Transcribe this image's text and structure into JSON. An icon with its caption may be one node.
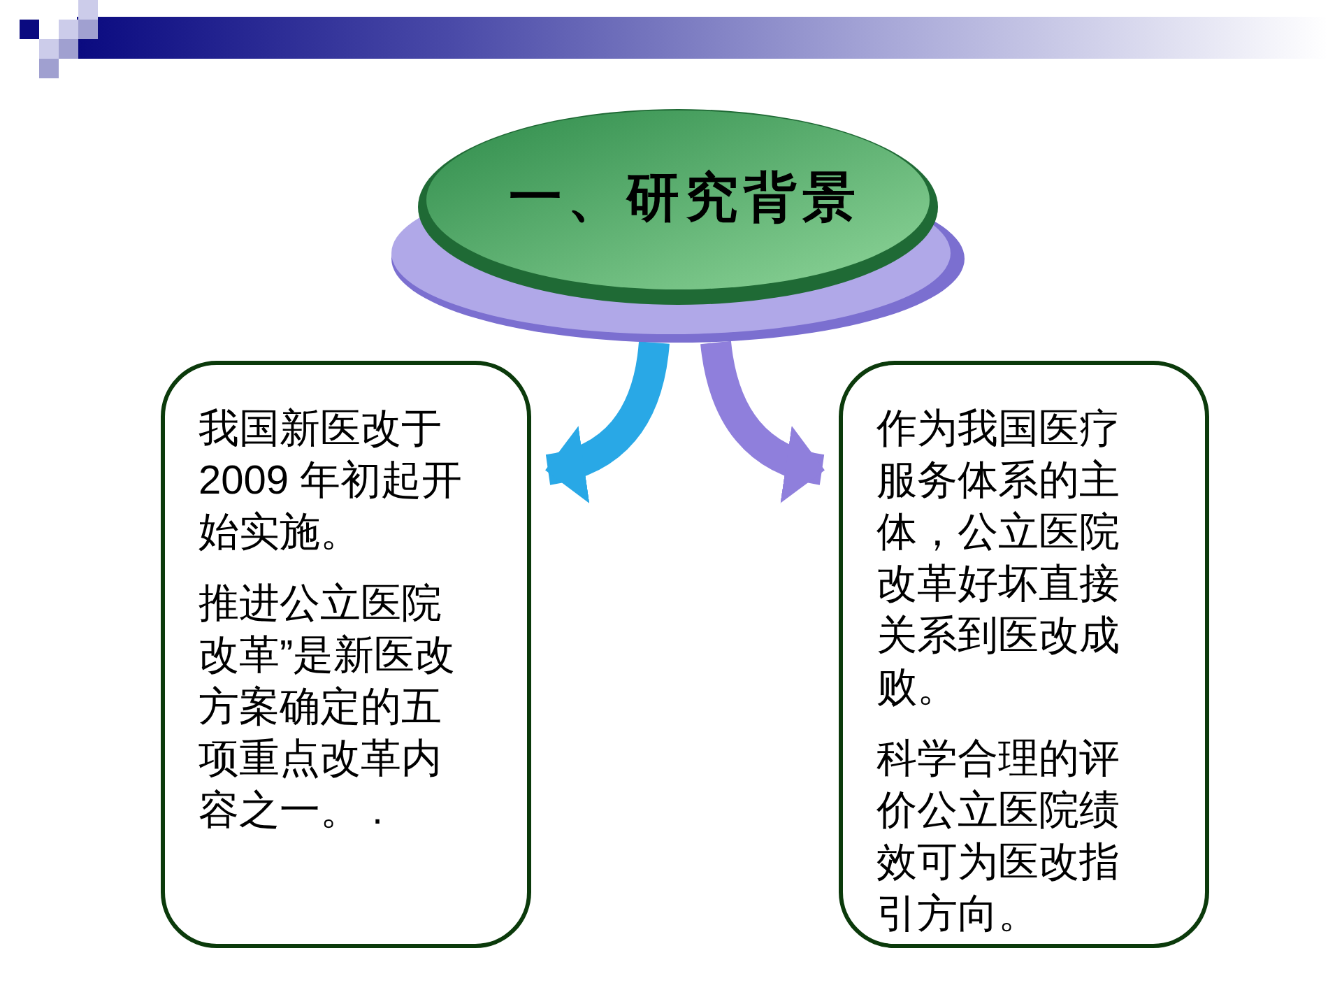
{
  "diagram": {
    "nodes": [
      {
        "text": [
          "一、研究背景"
        ]
      },
      {
        "text": [
          "我国新医改于2009 年初起开始实施。",
          "推进公立医院改革”是新医改方案确定的五项重点改革内容之一。 ."
        ]
      },
      {
        "text": [
          "作为我国医疗服务体系的主体，公立医院改革好坏直接关系到医改成败。",
          "科学合理的评价公立医院绩效可为医改指引方向。"
        ]
      }
    ],
    "edges": [
      {
        "from": 0,
        "to": 1,
        "arrow": "to",
        "color": "#29a8e6"
      },
      {
        "from": 0,
        "to": 2,
        "arrow": "to",
        "color": "#8f7fdc"
      }
    ]
  }
}
